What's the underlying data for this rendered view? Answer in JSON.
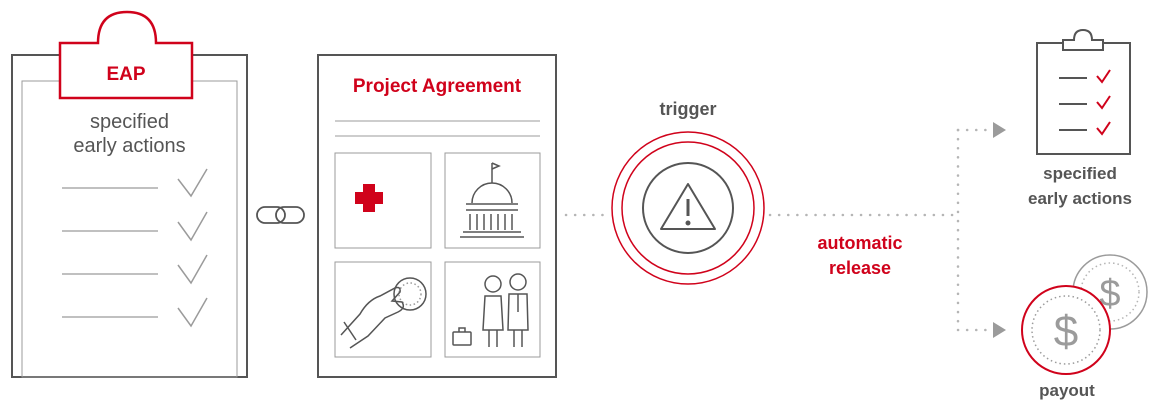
{
  "colors": {
    "accent_red": "#d0021b",
    "outline_grey": "#555555",
    "line_grey": "#9b9b9b",
    "dotted_grey": "#b5b5b5"
  },
  "eap": {
    "tab_label": "EAP",
    "line1": "specified",
    "line2": "early actions",
    "checklist_count": 4
  },
  "link_icon": "chain-link-icon",
  "agreement": {
    "title": "Project Agreement",
    "panels": [
      {
        "icon": "red-cross-red-crescent-icon"
      },
      {
        "icon": "government-building-icon"
      },
      {
        "icon": "hand-holding-coin-icon"
      },
      {
        "icon": "people-with-briefcase-icon"
      }
    ]
  },
  "trigger": {
    "label": "trigger",
    "icon": "warning-triangle-icon"
  },
  "release": {
    "line1": "automatic",
    "line2": "release"
  },
  "outcomes": {
    "actions_line1": "specified",
    "actions_line2": "early actions",
    "actions_icon": "clipboard-checklist-icon",
    "payout_label": "payout",
    "payout_icon": "dollar-coins-icon"
  }
}
